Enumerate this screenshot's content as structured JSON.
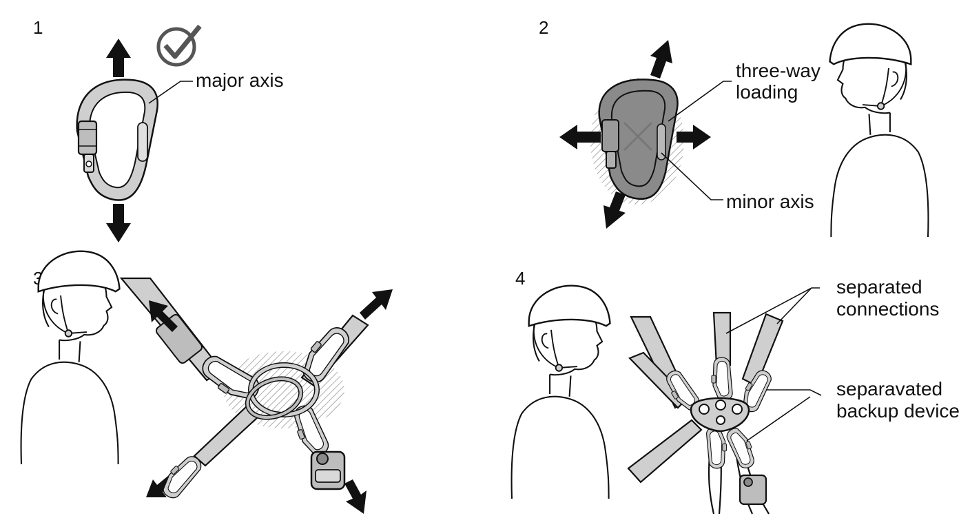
{
  "panels": [
    {
      "number": "1",
      "labels": [
        "major axis"
      ]
    },
    {
      "number": "2",
      "labels": [
        "three-way",
        "loading",
        "minor axis"
      ]
    },
    {
      "number": "3",
      "labels": []
    },
    {
      "number": "4",
      "labels": [
        "separated",
        "connections",
        "separavated",
        "backup device"
      ]
    }
  ],
  "colors": {
    "ink": "#111111",
    "metal": "#c9c9c9",
    "webbing": "#cfcfcf",
    "metal_dark": "#8a8a8a",
    "hatch": "#9a9a9a"
  },
  "icons": [
    "checkmark-icon",
    "arrow-icon",
    "carabiner-icon",
    "helmet-figure-icon",
    "belay-device-icon",
    "rigging-plate-icon"
  ]
}
